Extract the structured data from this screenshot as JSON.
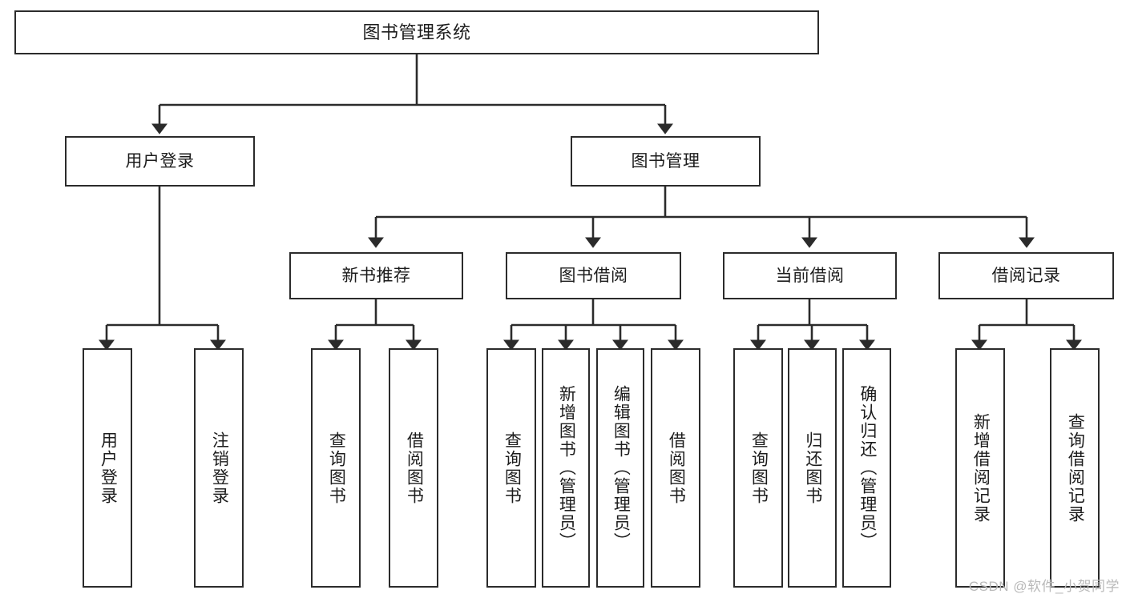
{
  "diagram": {
    "title": "图书管理系统",
    "type": "hierarchy-tree",
    "watermark": "CSDN @软件_小贺同学",
    "colors": {
      "box_border": "#2b2b2b",
      "box_fill": "#ffffff",
      "connector": "#2b2b2b",
      "text": "#1c1c1c",
      "watermark": "#b9b9b9"
    },
    "nodes": {
      "root": {
        "label": "图书管理系统",
        "level": 1
      },
      "l2": [
        {
          "label": "用户登录",
          "level": 2
        },
        {
          "label": "图书管理",
          "level": 2
        }
      ],
      "l3": [
        {
          "label": "新书推荐",
          "level": 3
        },
        {
          "label": "图书借阅",
          "level": 3
        },
        {
          "label": "当前借阅",
          "level": 3
        },
        {
          "label": "借阅记录",
          "level": 3
        }
      ],
      "leaves": [
        {
          "label": "用户登录",
          "parent": "用户登录"
        },
        {
          "label": "注销登录",
          "parent": "用户登录"
        },
        {
          "label": "查询图书",
          "parent": "新书推荐"
        },
        {
          "label": "借阅图书",
          "parent": "新书推荐"
        },
        {
          "label": "查询图书",
          "parent": "图书借阅"
        },
        {
          "label": "新增图书（管理员）",
          "parent": "图书借阅"
        },
        {
          "label": "编辑图书（管理员）",
          "parent": "图书借阅"
        },
        {
          "label": "借阅图书",
          "parent": "图书借阅"
        },
        {
          "label": "查询图书",
          "parent": "当前借阅"
        },
        {
          "label": "归还图书",
          "parent": "当前借阅"
        },
        {
          "label": "确认归还（管理员）",
          "parent": "当前借阅"
        },
        {
          "label": "新增借阅记录",
          "parent": "借阅记录"
        },
        {
          "label": "查询借阅记录",
          "parent": "借阅记录"
        }
      ]
    }
  }
}
